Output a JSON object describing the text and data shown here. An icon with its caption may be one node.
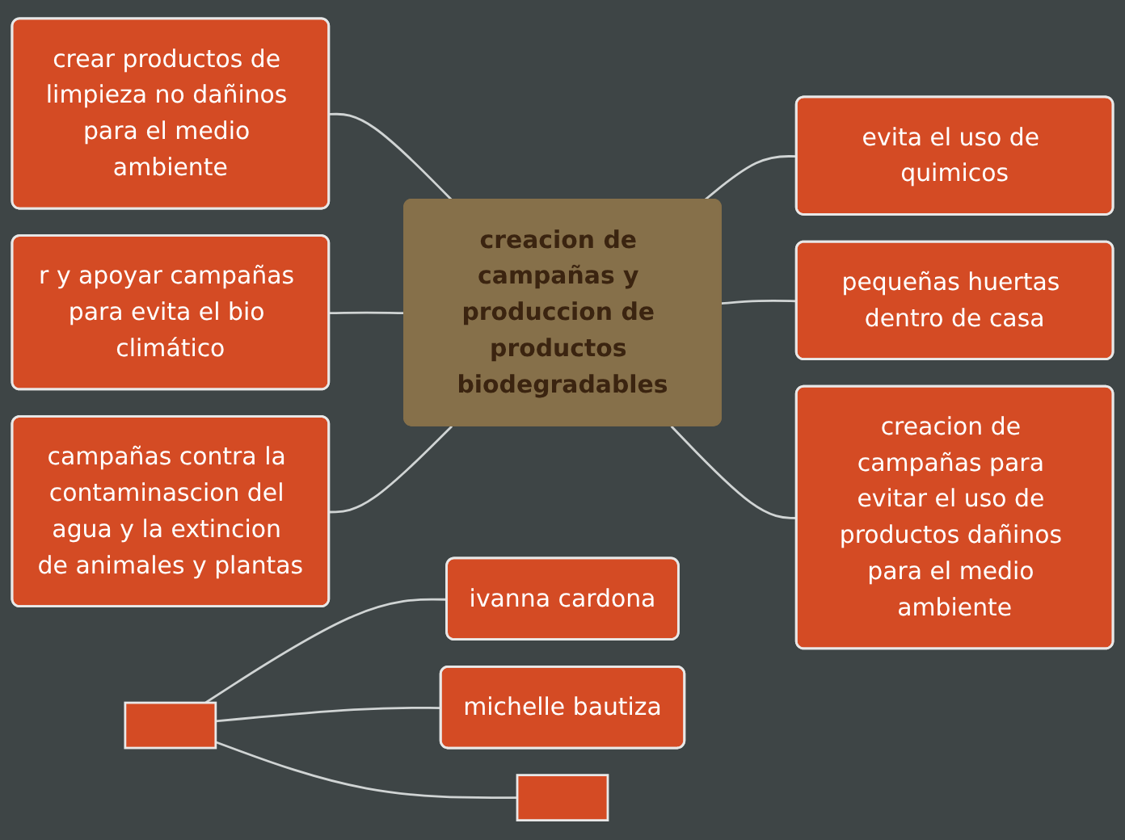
{
  "diagram": {
    "nodes": [
      {
        "text": [
          "creacion de campañas y produccion de productos biodegradables"
        ]
      },
      {
        "text": [
          "crear productos de limpieza no dañinos para el medio ambiente"
        ]
      },
      {
        "text": [
          "evita el uso de quimicos"
        ]
      },
      {
        "text": [
          "r y apoyar campañas para evita el bio climático"
        ]
      },
      {
        "text": [
          "pequeñas huertas dentro de casa"
        ]
      },
      {
        "text": [
          "campañas contra la contaminascion del agua y la extincion de animales y plantas"
        ]
      },
      {
        "text": [
          "creacion de campañas para evitar el uso de productos dañinos para el medio ambiente"
        ]
      },
      {
        "text": [
          "ivanna cardona"
        ]
      },
      {
        "text": [
          "michelle bautiza"
        ]
      },
      {
        "text": [],
        "shape": "box"
      },
      {
        "text": [],
        "shape": "box"
      }
    ],
    "edges": [
      {
        "from": 1,
        "to": 0,
        "arrow": "none"
      },
      {
        "from": 0,
        "to": 2,
        "arrow": "none"
      },
      {
        "from": 3,
        "to": 0,
        "arrow": "none"
      },
      {
        "from": 0,
        "to": 4,
        "arrow": "none"
      },
      {
        "from": 5,
        "to": 0,
        "arrow": "none"
      },
      {
        "from": 0,
        "to": 6,
        "arrow": "none"
      },
      {
        "from": 9,
        "to": 7,
        "arrow": "none"
      },
      {
        "from": 9,
        "to": 8,
        "arrow": "none"
      },
      {
        "from": 9,
        "to": 10,
        "arrow": "none"
      }
    ]
  }
}
